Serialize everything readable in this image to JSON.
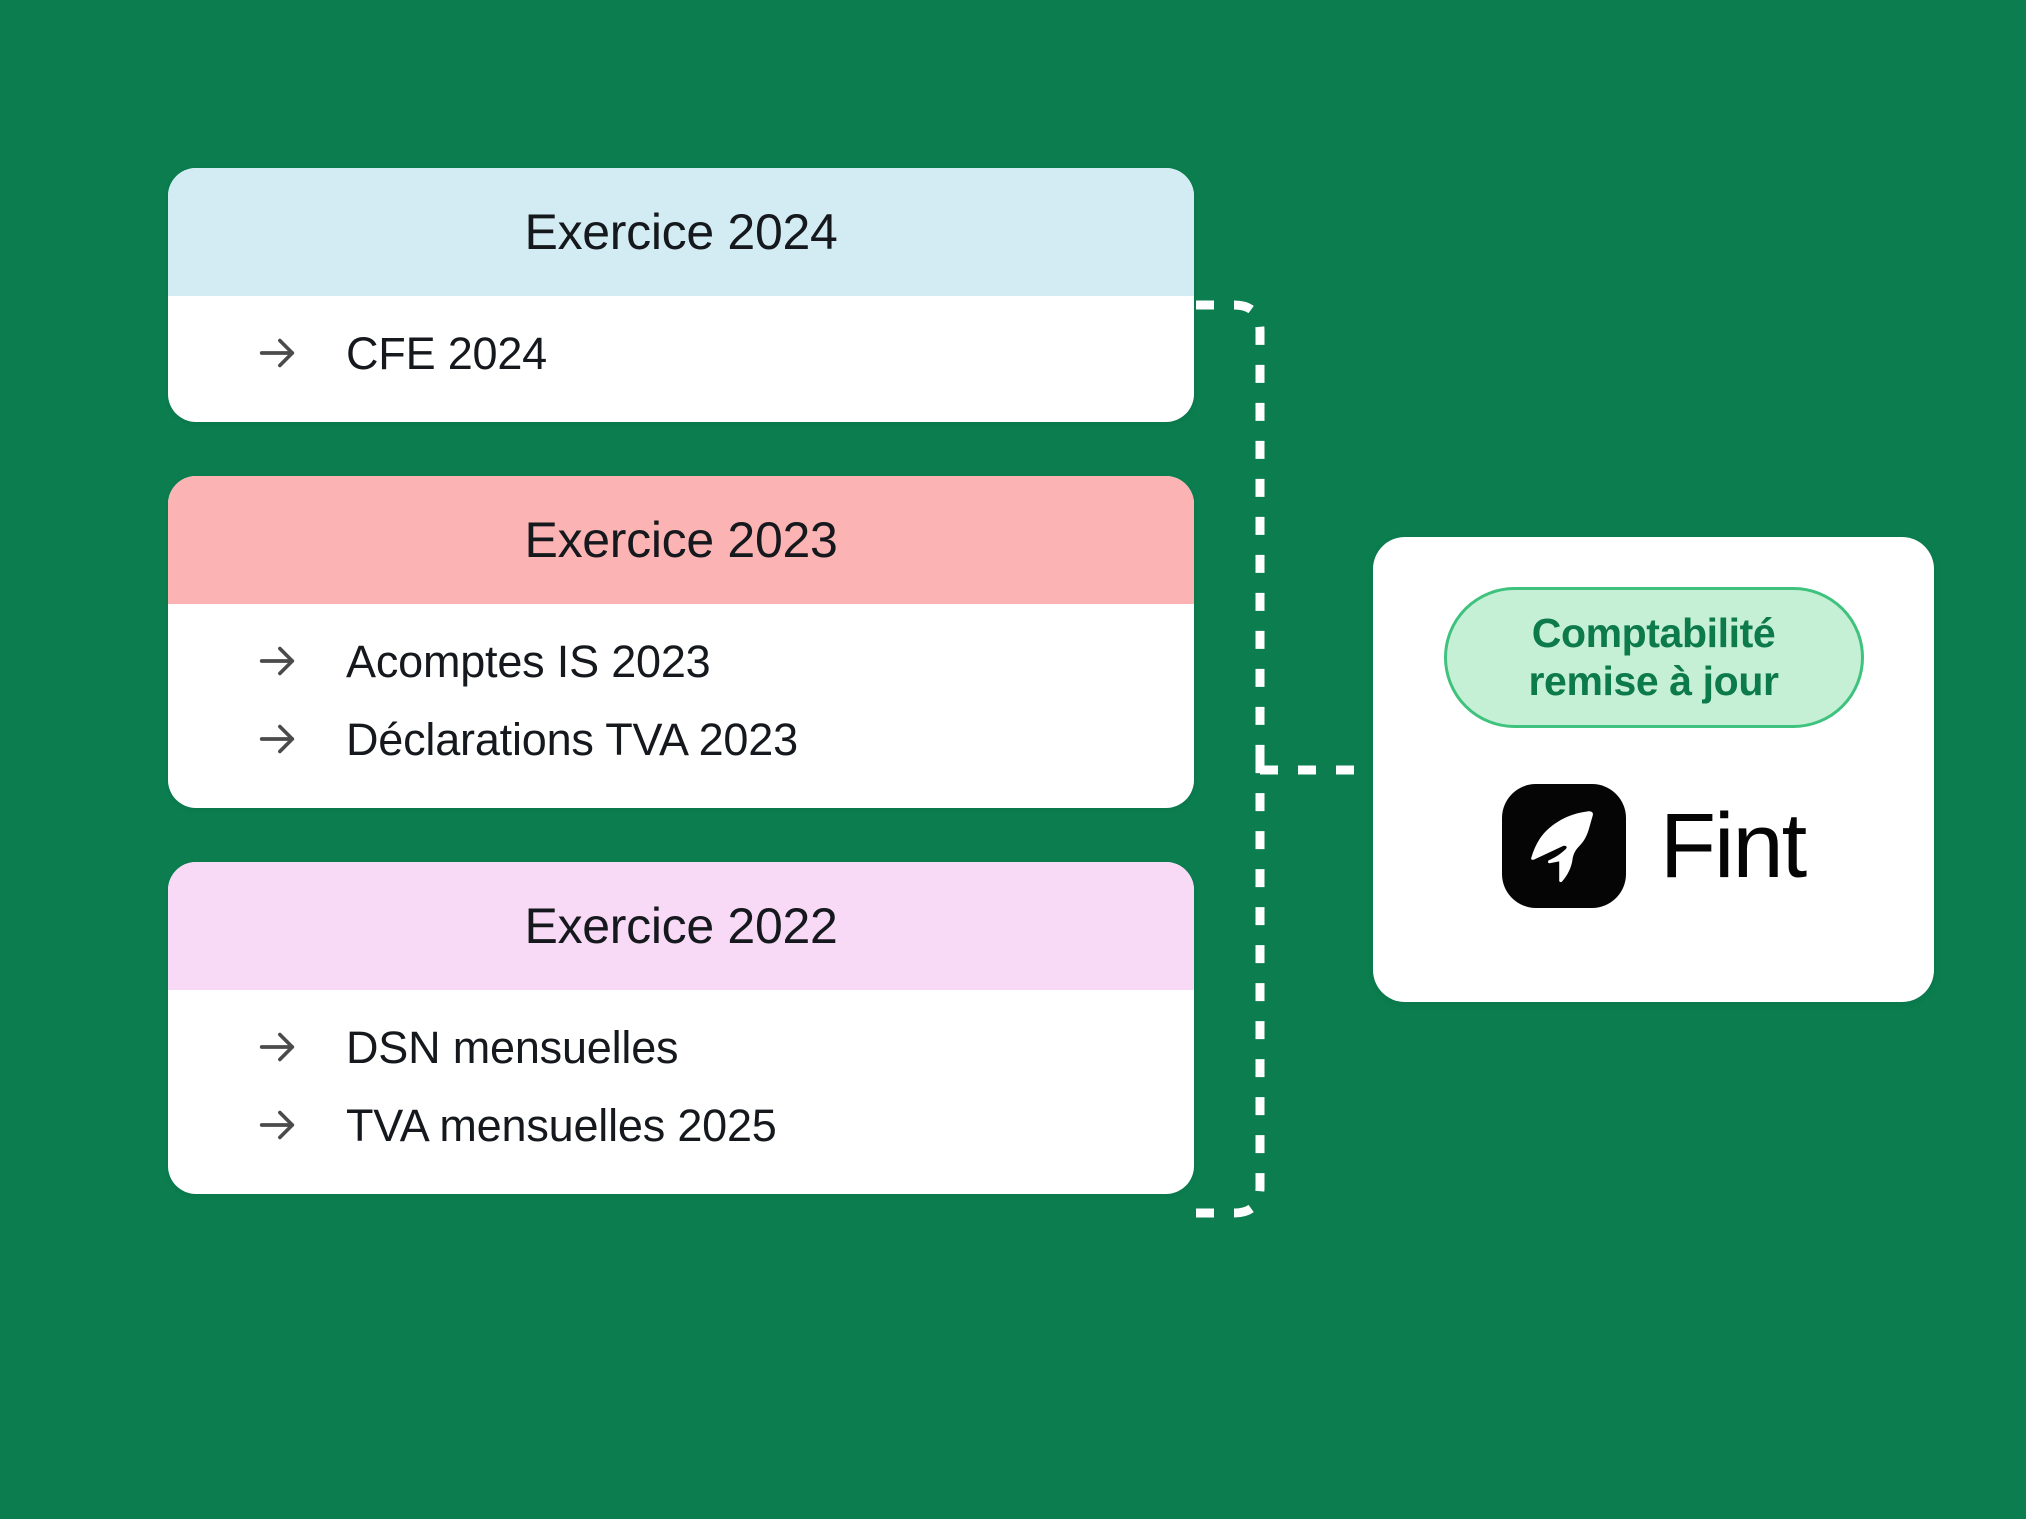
{
  "canvas": {
    "background_color": "#0b7d4f"
  },
  "exercises": [
    {
      "header_label": "Exercice 2024",
      "header_color": "#d3ecf3",
      "items": [
        {
          "label": "CFE 2024",
          "icon": "arrow-right-icon"
        }
      ]
    },
    {
      "header_label": "Exercice 2023",
      "header_color": "#fbb3b3",
      "items": [
        {
          "label": "Acomptes IS 2023",
          "icon": "arrow-right-icon"
        },
        {
          "label": "Déclarations TVA 2023",
          "icon": "arrow-right-icon"
        }
      ]
    },
    {
      "header_label": "Exercice 2022",
      "header_color": "#f8d9f6",
      "items": [
        {
          "label": "DSN mensuelles",
          "icon": "arrow-right-icon"
        },
        {
          "label": "TVA mensuelles 2025",
          "icon": "arrow-right-icon"
        }
      ]
    }
  ],
  "result": {
    "badge": {
      "line1": "Comptabilité",
      "line2": "remise à jour",
      "fill_color": "#c5f0d6",
      "border_color": "#3fc27d",
      "text_color": "#0c7a4a"
    },
    "brand": {
      "name": "Fint",
      "mark_icon": "fint-feather-logo-icon",
      "mark_background": "#050505",
      "text_color": "#050505"
    }
  },
  "connector": {
    "style": "dashed",
    "color": "#ffffff",
    "dash_pattern": "18 20"
  }
}
